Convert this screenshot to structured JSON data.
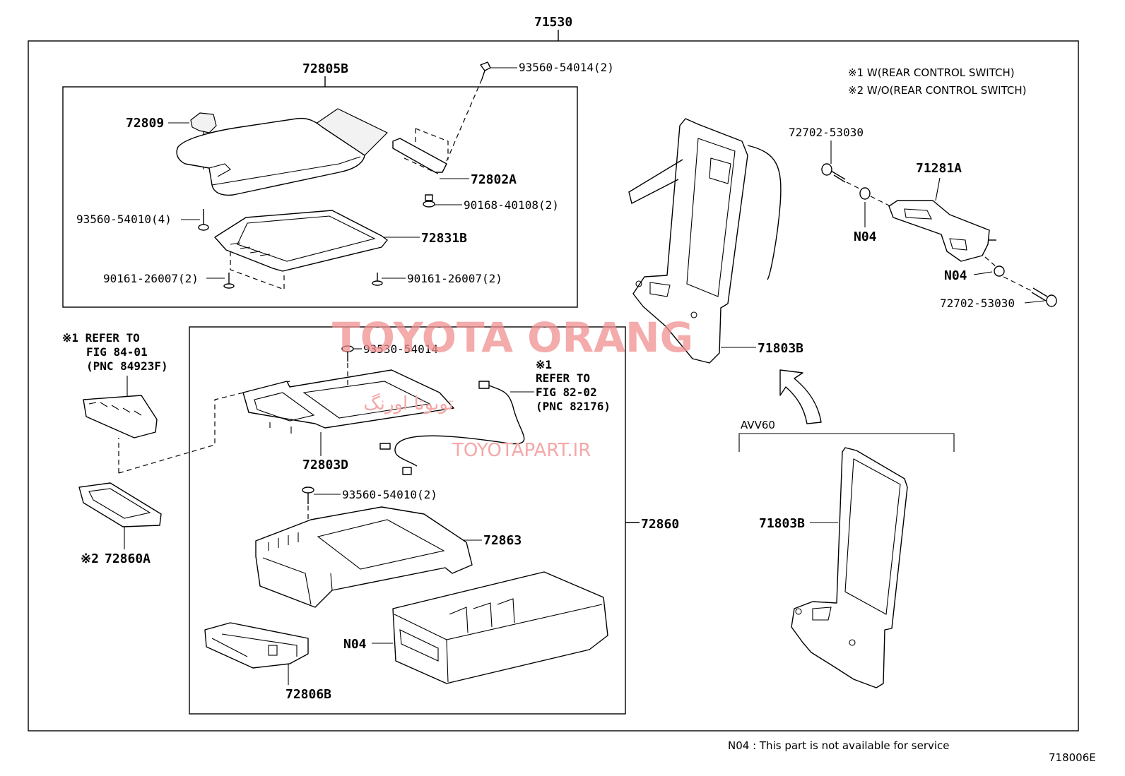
{
  "diagram": {
    "assembly": "71530",
    "figure_code": "718006E",
    "footnote": "N04 : This part is not available for service",
    "legend": {
      "w_rear": "※1 W(REAR CONTROL SWITCH)",
      "wo_rear": "※2 W/O(REAR CONTROL SWITCH)"
    },
    "callouts": {
      "c72805B": "72805B",
      "c72809": "72809",
      "c93560_54014_2": "93560-54014(2)",
      "c72802A": "72802A",
      "c90168_40108_2": "90168-40108(2)",
      "c93560_54010_4": "93560-54010(4)",
      "c72831B": "72831B",
      "c90161_26007_2a": "90161-26007(2)",
      "c90161_26007_2b": "90161-26007(2)",
      "refer1_l1": "※1 REFER TO",
      "refer1_l2": "FIG 84-01",
      "refer1_l3": "(PNC 84923F)",
      "c93530_54014": "93530-54014",
      "refer2_l1": "※1",
      "refer2_l2": "REFER TO",
      "refer2_l3": "FIG 82-02",
      "refer2_l4": "(PNC 82176)",
      "c72803D": "72803D",
      "c93560_54010_2": "93560-54010(2)",
      "c72863": "72863",
      "c72860": "72860",
      "c72860A_prefix": "※2",
      "c72860A": "72860A",
      "cN04_box": "N04",
      "c72806B": "72806B",
      "c72702_53030a": "72702-53030",
      "c71281A": "71281A",
      "cN04a": "N04",
      "cN04b": "N04",
      "c72702_53030b": "72702-53030",
      "c71803B_a": "71803B",
      "c71803B_b": "71803B",
      "avv60": "AVV60"
    },
    "watermark": {
      "brand": "TOYOTA ORANG",
      "persian": "تویوتا اورنگ",
      "site": "TOYOTAPART.IR"
    }
  }
}
